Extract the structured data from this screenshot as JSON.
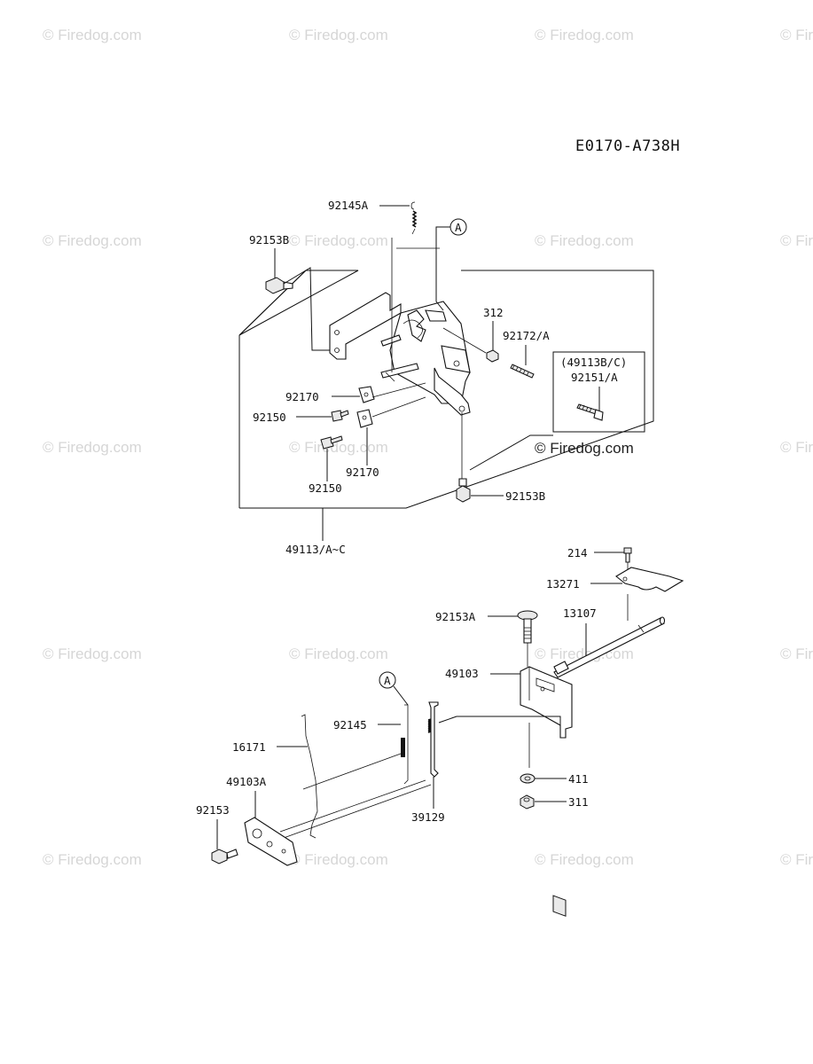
{
  "diagram_code": "E0170-A738H",
  "watermark": "© Firedog.com",
  "callout_label": "A",
  "upper_assembly": {
    "labels": {
      "spring_92145A": "92145A",
      "bolt_92153B_top": "92153B",
      "nut_312": "312",
      "screw_92172": "92172/A",
      "inset_line1": "(49113B/C)",
      "inset_line2": "92151/A",
      "clip_92170_a": "92170",
      "bolt_92150_a": "92150",
      "clip_92170_b": "92170",
      "bolt_92150_b": "92150",
      "bolt_92153B_bottom": "92153B",
      "assembly_49113": "49113/A~C"
    }
  },
  "lower_assembly": {
    "labels": {
      "bolt_214": "214",
      "plate_13271": "13271",
      "bolt_92153A": "92153A",
      "shaft_13107": "13107",
      "lever_49103": "49103",
      "spring_92145": "92145",
      "rod_16171": "16171",
      "lever_49103A": "49103A",
      "bolt_92153": "92153",
      "rod_39129": "39129",
      "washer_411": "411",
      "nut_311": "311"
    }
  }
}
